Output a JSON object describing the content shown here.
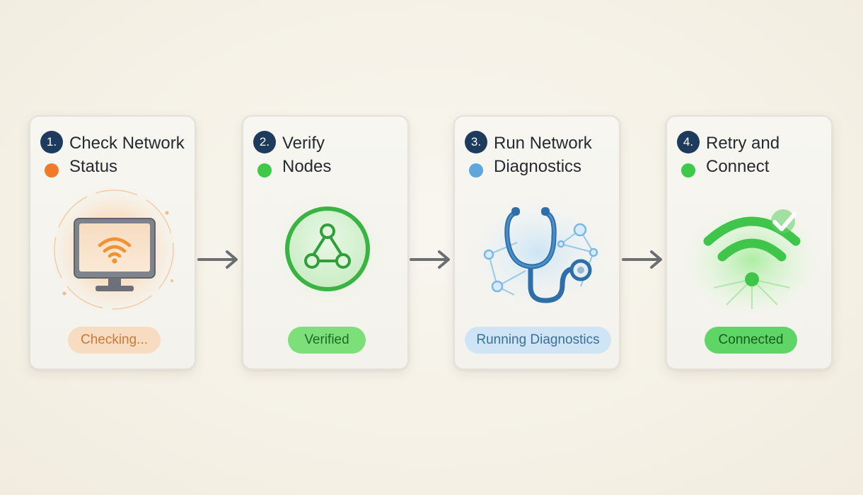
{
  "steps": [
    {
      "number": "1.",
      "title_line1": "Check Network",
      "title_line2": "Status",
      "status": "Checking...",
      "dot_color": "#f07a2a",
      "icon": "computer-wifi-icon"
    },
    {
      "number": "2.",
      "title_line1": "Verify",
      "title_line2": "Nodes",
      "status": "Verified",
      "dot_color": "#3ec94a",
      "icon": "network-nodes-icon"
    },
    {
      "number": "3.",
      "title_line1": "Run Network",
      "title_line2": "Diagnostics",
      "status": "Running Diagnostics",
      "dot_color": "#5fa6dc",
      "icon": "stethoscope-icon"
    },
    {
      "number": "4.",
      "title_line1": "Retry and",
      "title_line2": "Connect",
      "status": "Connected",
      "dot_color": "#3ec94a",
      "icon": "wifi-check-icon"
    }
  ],
  "connectors": [
    "arrow-right-icon",
    "arrow-right-icon",
    "arrow-right-icon"
  ]
}
